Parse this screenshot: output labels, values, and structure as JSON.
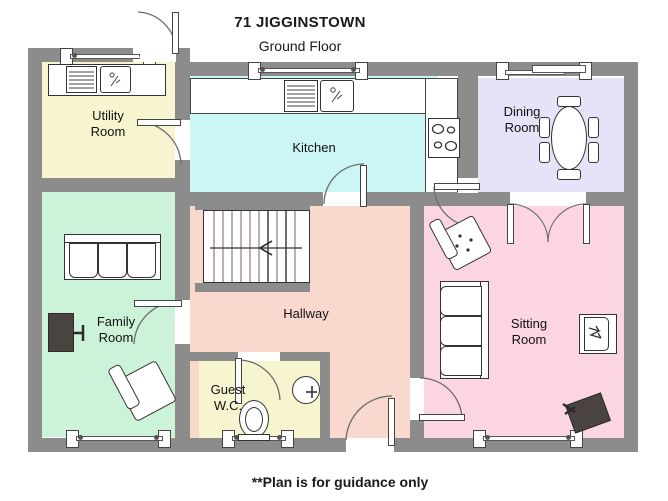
{
  "header": {
    "title": "71 JIGGINSTOWN",
    "subtitle": "Ground Floor"
  },
  "footer": {
    "note": "**Plan is for guidance only"
  },
  "floorplan": {
    "type": "floor-plan",
    "level": "Ground Floor",
    "rooms": [
      {
        "id": "utility",
        "label": "Utility\nRoom",
        "color": "#f6f5cf",
        "fixtures": [
          "washing-machine",
          "sink",
          "window",
          "door"
        ]
      },
      {
        "id": "kitchen",
        "label": "Kitchen",
        "color": "#ccf5f5",
        "fixtures": [
          "counter",
          "dishwasher",
          "sink",
          "hob",
          "window",
          "door"
        ]
      },
      {
        "id": "dining",
        "label": "Dining\nRoom",
        "color": "#e6e2f7",
        "fixtures": [
          "oval-dining-table",
          "six-chairs",
          "sliding-window",
          "double-doors"
        ]
      },
      {
        "id": "family",
        "label": "Family\nRoom",
        "color": "#ccf2d9",
        "fixtures": [
          "three-seat-sofa",
          "television",
          "armchair",
          "window",
          "door"
        ]
      },
      {
        "id": "hallway",
        "label": "Hallway",
        "color": "#f9d9cd",
        "fixtures": [
          "staircase",
          "front-door"
        ]
      },
      {
        "id": "wc",
        "label": "Guest\nW.C.",
        "color": "#f6f5cf",
        "fixtures": [
          "toilet",
          "wash-basin",
          "window",
          "door"
        ]
      },
      {
        "id": "sitting",
        "label": "Sitting\nRoom",
        "color": "#fbd5e2",
        "fixtures": [
          "three-seat-sofa",
          "armchair",
          "fireplace",
          "television",
          "window",
          "double-doors",
          "door"
        ]
      }
    ],
    "stairs": {
      "direction_arrow": "left",
      "treads": 11
    },
    "colors": {
      "wall": "#8c8c8c",
      "utility": "#f6f5cf",
      "kitchen": "#ccf5f5",
      "dining": "#e6e2f7",
      "family": "#ccf2d9",
      "hallway": "#f9d9cd",
      "sitting": "#fbd5e2",
      "text": "#111111",
      "background": "#ffffff"
    }
  }
}
